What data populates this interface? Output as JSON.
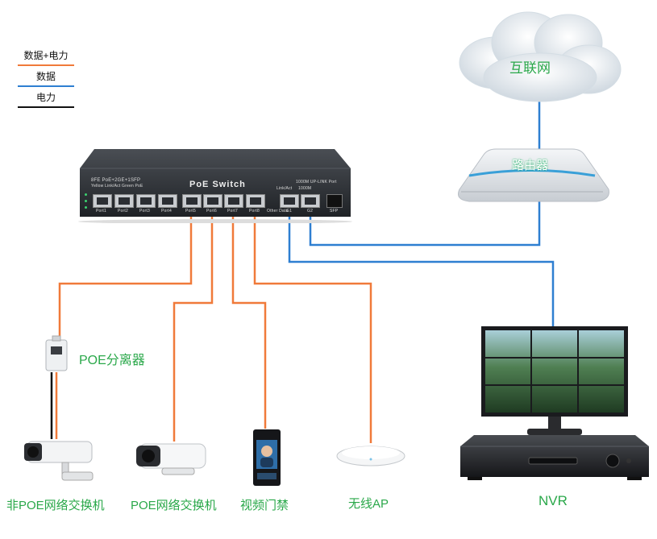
{
  "legend": [
    {
      "label": "数据+电力",
      "color": "#f07a3a"
    },
    {
      "label": "数据",
      "color": "#2e7fd1"
    },
    {
      "label": "电力",
      "color": "#111111"
    }
  ],
  "cloud": {
    "label": "互联网"
  },
  "router": {
    "label": "路由器"
  },
  "switch": {
    "name": "PoE Switch",
    "model": "8FE PoE+2GE+1SFP",
    "model_sub": "Yellow Link/Act  Green PoE",
    "uplink_title": "1000M UP-LINK Port",
    "uplink_sub1": "Link/Act",
    "uplink_sub2": "1000M",
    "port_labels": [
      "Port1",
      "Port2",
      "Port3",
      "Port4",
      "Port5",
      "Port6",
      "Port7",
      "Port8"
    ],
    "uplink_port_labels": [
      "G1",
      "G2"
    ],
    "sfp_label": "SFP",
    "extra_label": "Other Data"
  },
  "splitter": {
    "label": "POE分离器"
  },
  "devices": [
    {
      "label": "非POE网络交换机"
    },
    {
      "label": "POE网络交换机"
    },
    {
      "label": "视频门禁"
    },
    {
      "label": "无线AP"
    }
  ],
  "nvr": {
    "label": "NVR"
  }
}
